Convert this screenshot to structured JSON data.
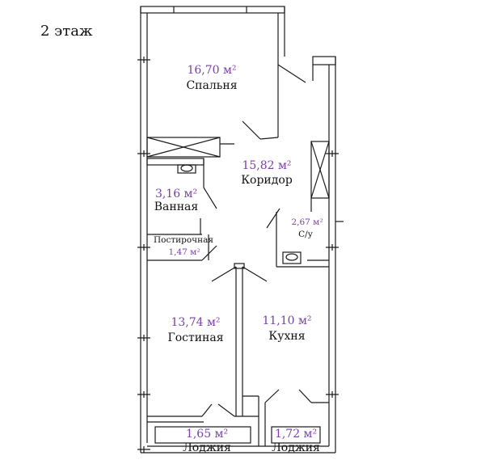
{
  "floor_label": "2 этаж",
  "colors": {
    "area_text": "#7b3fb0",
    "wall": "#1a1a1a",
    "name_text": "#111111"
  },
  "rooms": [
    {
      "id": "bedroom",
      "area": "16,70 м²",
      "name": "Спальня"
    },
    {
      "id": "corridor",
      "area": "15,82 м²",
      "name": "Коридор"
    },
    {
      "id": "bathroom",
      "area": "3,16 м²",
      "name": "Ванная"
    },
    {
      "id": "laundry",
      "area": "1,47 м²",
      "name": "Постирочная"
    },
    {
      "id": "wc",
      "area": "2,67 м²",
      "name": "С/у"
    },
    {
      "id": "living",
      "area": "13,74 м²",
      "name": "Гостиная"
    },
    {
      "id": "kitchen",
      "area": "11,10 м²",
      "name": "Кухня"
    },
    {
      "id": "loggia-1",
      "area": "1,65 м²",
      "name": "Лоджия"
    },
    {
      "id": "loggia-2",
      "area": "1,72 м²",
      "name": "Лоджия"
    }
  ]
}
